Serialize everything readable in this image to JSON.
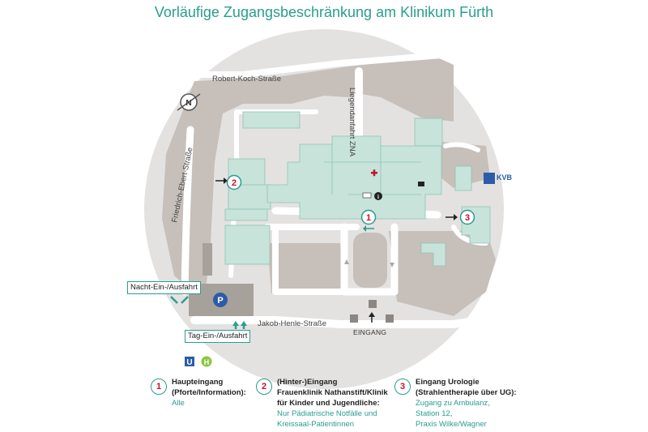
{
  "title": "Vorläufige Zugangsbeschränkung am Klinikum Fürth",
  "streets": {
    "robert_koch": "Robert-Koch-Straße",
    "friedrich_ebert": "Friedrich-Ebert-Straße",
    "jakob_henle": "Jakob-Henle-Straße",
    "liegendanfahrt": "Liegendanfahrt ZNA"
  },
  "labels": {
    "night_entry": "Nacht-Ein-/Ausfahrt",
    "day_entry": "Tag-Ein-/Ausfahrt",
    "eingang": "EINGANG",
    "parking": "P",
    "kvb": "KVB",
    "ubahn": "U",
    "bus": "H",
    "compass": "N"
  },
  "markers": [
    {
      "id": "1"
    },
    {
      "id": "2"
    },
    {
      "id": "3"
    }
  ],
  "legend": [
    {
      "num": "1",
      "title": "Haupteingang\n(Pforte/Information):",
      "detail": "Alle"
    },
    {
      "num": "2",
      "title": "(Hinter-)Eingang\nFrauenklinik Nathanstift/Klinik\nfür Kinder und Jugendliche:",
      "detail": "Nur Pädiatrische Notfälle und\nKreissaal-Patientinnen"
    },
    {
      "num": "3",
      "title": "Eingang Urologie\n(Strahlentherapie über UG):",
      "detail": "Zugang zu Ambulanz,\nStation 12,\nPraxis Wilke/Wagner"
    }
  ],
  "colors": {
    "accent": "#2a9d8f",
    "building": "#c7e3da",
    "building_edge": "#8fc4b5",
    "ground": "#c6bfba",
    "circle": "#e4e2e1",
    "marker_red": "#c8102e"
  }
}
